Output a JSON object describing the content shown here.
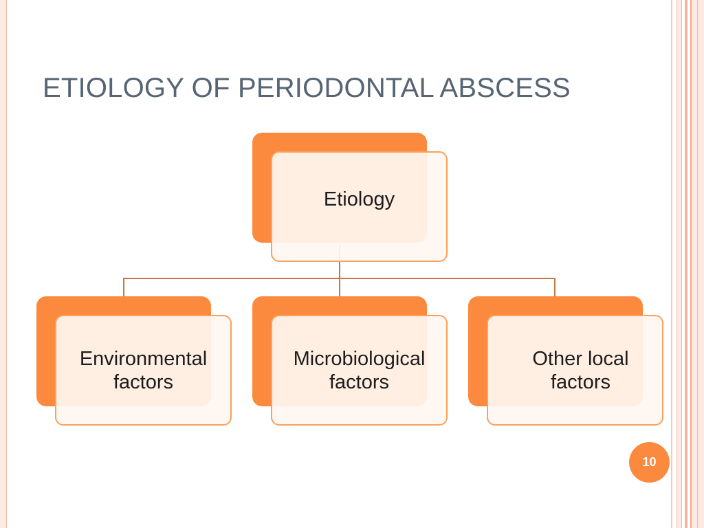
{
  "slide": {
    "title": "ETIOLOGY OF PERIODONTAL ABSCESS",
    "page_number": "10"
  },
  "diagram": {
    "root": "Etiology",
    "children": [
      "Environmental factors",
      "Microbiological factors",
      "Other local factors"
    ]
  },
  "colors": {
    "accent": "#fb8a3e",
    "box_outline": "#f9a15d",
    "box_fill": "#fff6f0",
    "connector": "#c7773f",
    "title": "#566473",
    "frame": "#f4b9a6"
  }
}
